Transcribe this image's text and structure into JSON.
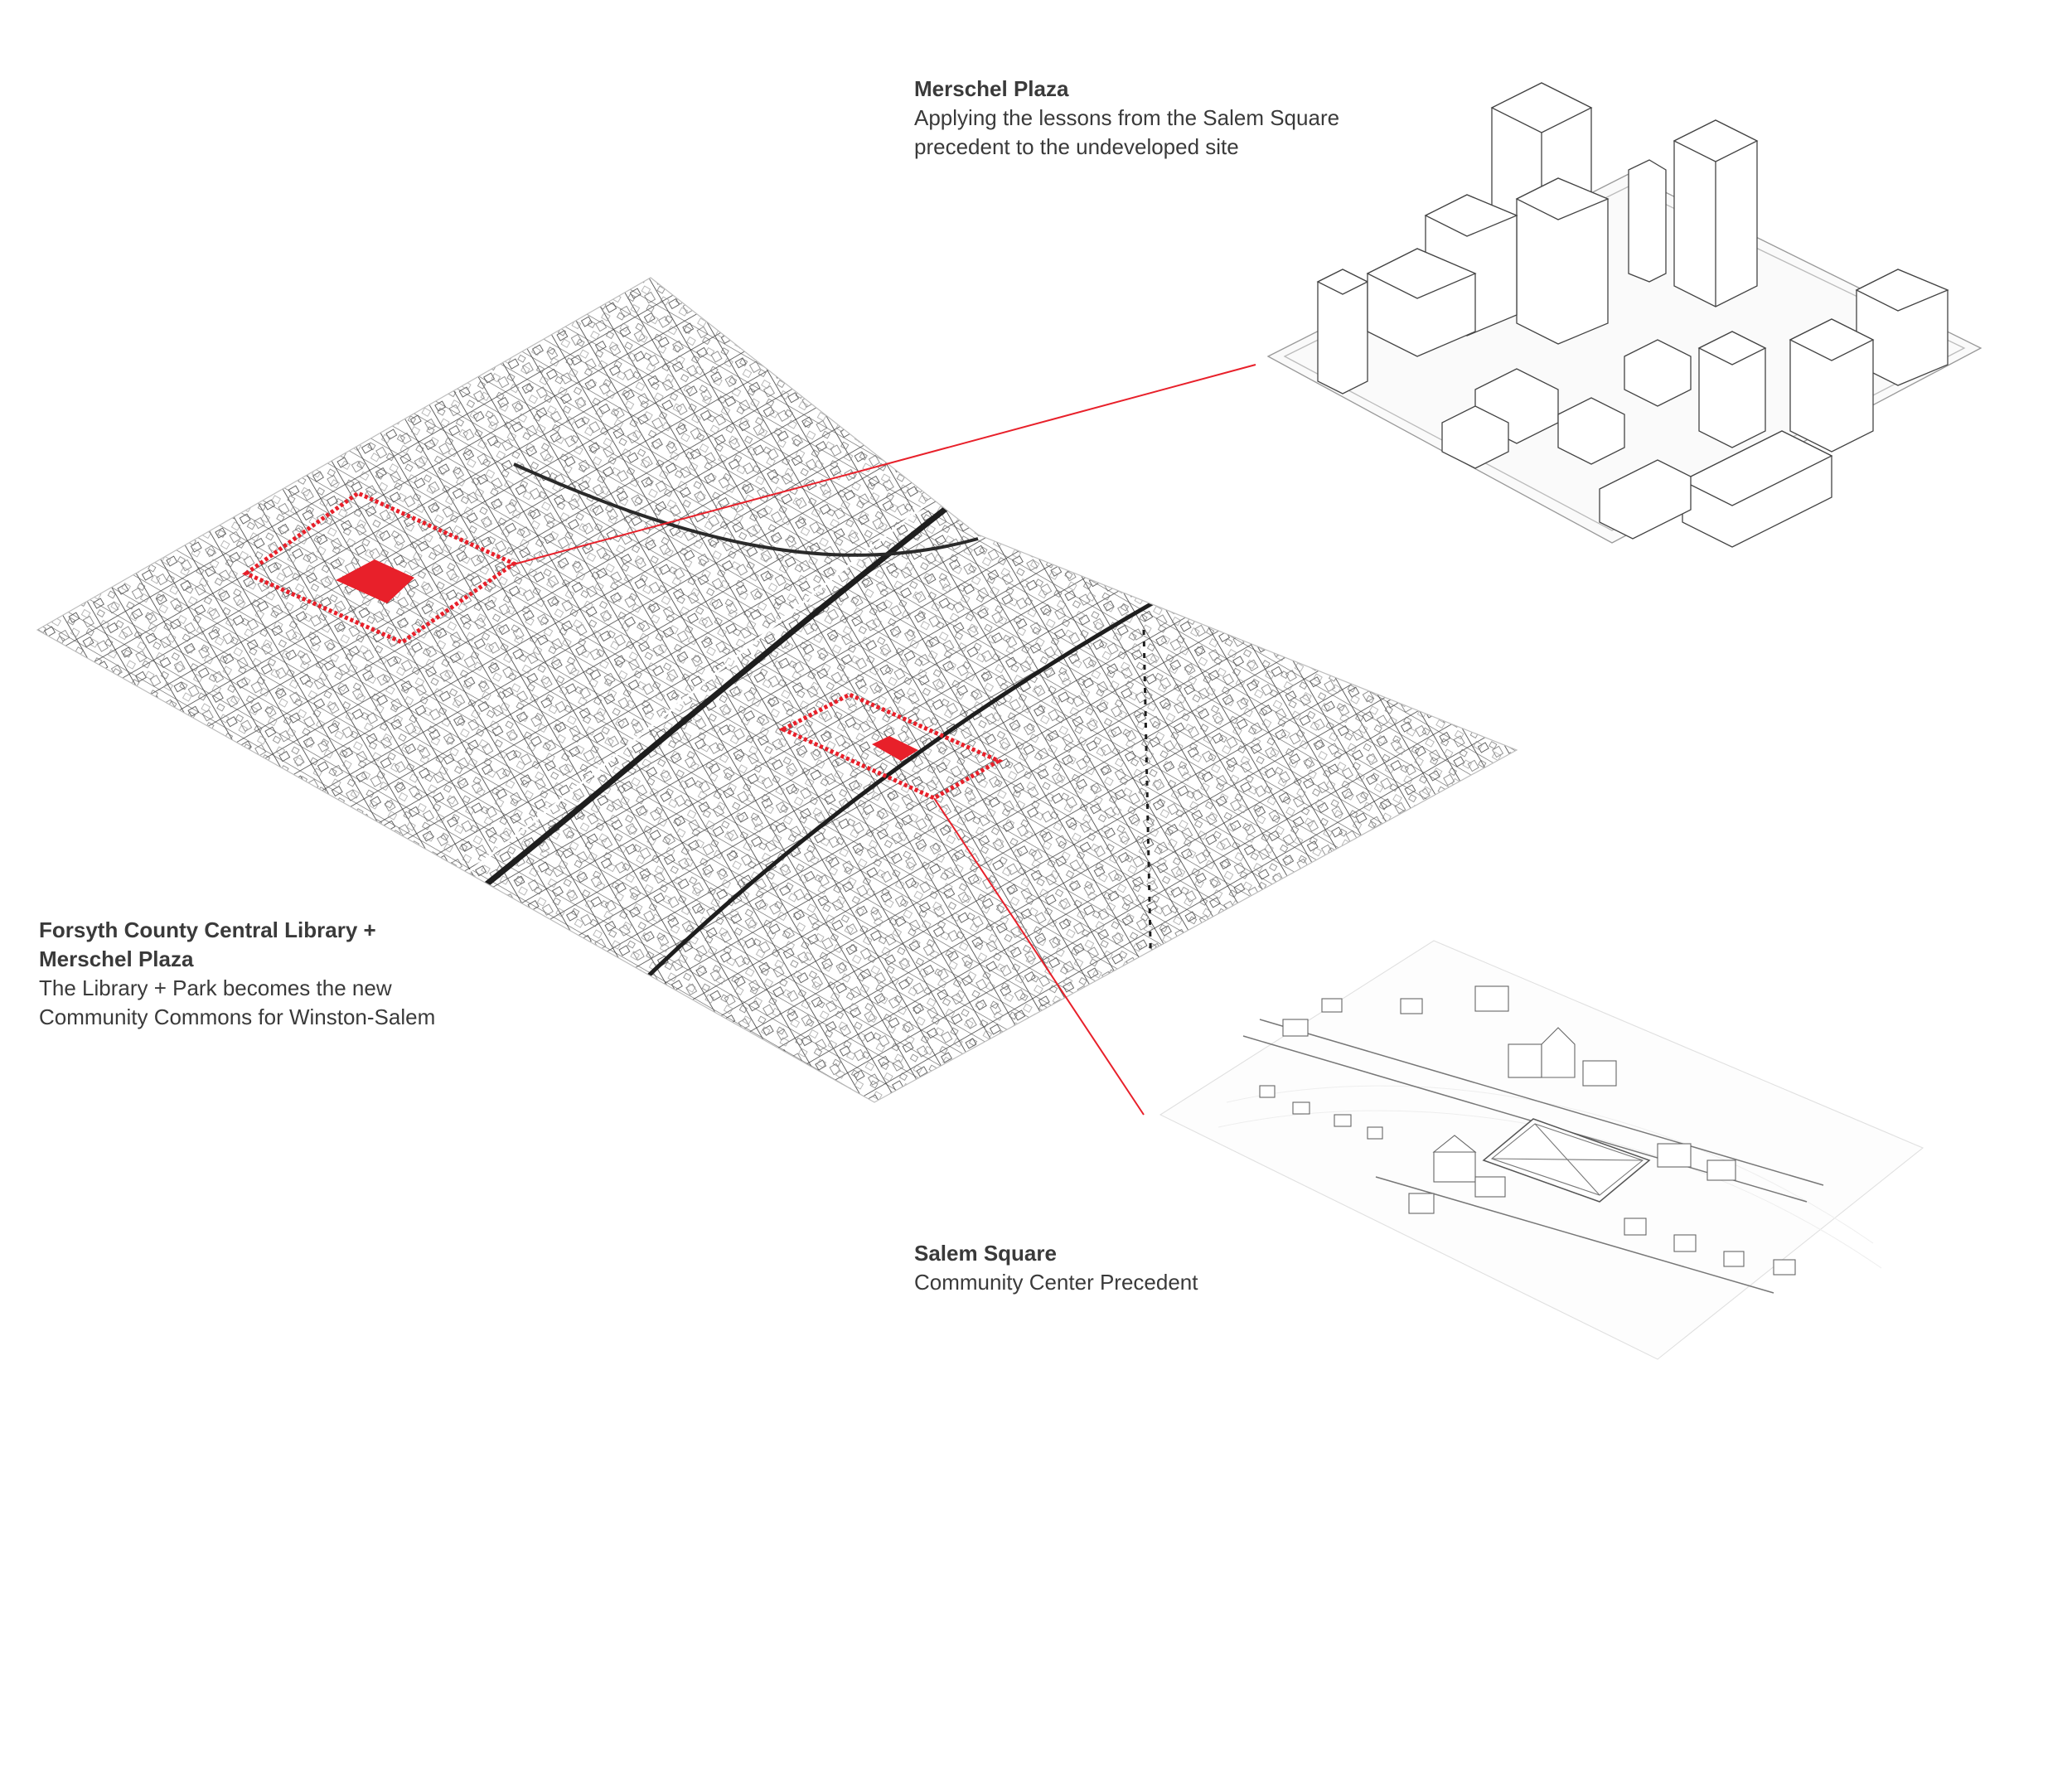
{
  "labels": {
    "merschel": {
      "title": "Merschel Plaza",
      "subtitle_line1": "Applying the lessons from the Salem Square",
      "subtitle_line2": "precedent to the undeveloped site"
    },
    "library": {
      "title_line1": "Forsyth County Central Library +",
      "title_line2": "Merschel Plaza",
      "subtitle_line1": "The Library + Park becomes the new",
      "subtitle_line2": "Community Commons for Winston-Salem"
    },
    "salem": {
      "title": "Salem Square",
      "subtitle": "Community Center Precedent"
    }
  },
  "colors": {
    "accent": "#e8202a",
    "linework": "#2b2b2b",
    "light_linework": "#9a9a9a",
    "text": "#3a3a3a"
  }
}
